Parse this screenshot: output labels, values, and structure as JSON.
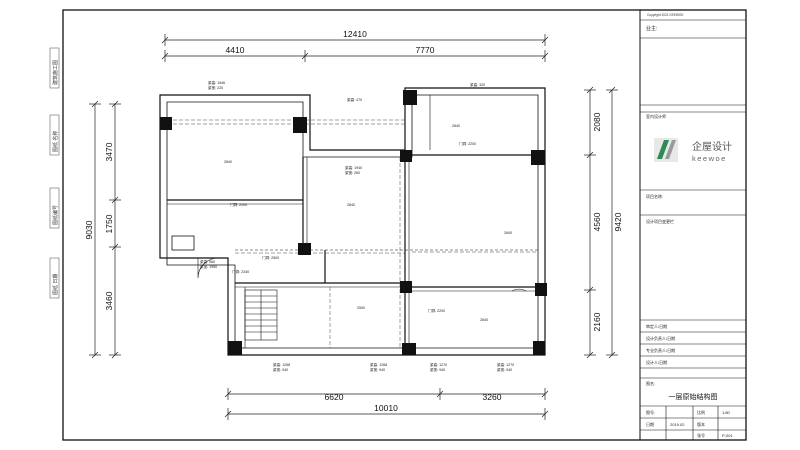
{
  "dimensions": {
    "top_total": "12410",
    "top_left": "4410",
    "top_right": "7770",
    "left_total": "9030",
    "left_a": "3470",
    "left_b": "1750",
    "left_c": "3460",
    "right_a": "2080",
    "right_b": "4560",
    "right_total": "9420",
    "right_c": "2160",
    "bottom_a": "6620",
    "bottom_b": "3260",
    "bottom_total": "10010"
  },
  "room_notes": {
    "n1": "梁高: 1946",
    "n2": "梁宽: 220",
    "n3": "梁高: 470",
    "n4": "梁高: 320",
    "n5": "2840",
    "n6": "2840",
    "n7": "门洞: 2200",
    "n8": "梁高: 1940",
    "n9": "梁宽: 260",
    "n10": "2840",
    "n11": "2840",
    "n12": "门洞: 2200",
    "n13": "门洞: 2500",
    "n14": "梁高: 560",
    "n15": "梁宽: 1950",
    "n16": "门洞: 2340",
    "n17": "2500",
    "n18": "门洞: 2200",
    "n19": "2840",
    "n20": "梁高: 1268",
    "n21": "梁宽: 940",
    "n22": "梁高: 1268",
    "n23": "梁宽: 940",
    "n24": "梁高: 1270",
    "n25": "梁宽: 940",
    "n26": "梁高: 1270",
    "n27": "梁宽: 940"
  },
  "side_labels": {
    "s1": "建筑施工图",
    "s2": "图纸 名称",
    "s3": "图纸编号",
    "s4": "图纸 日期"
  },
  "title_block": {
    "copyright": "Copyright 2021 KEEWOE",
    "owner_label": "业主:",
    "designer_label": "室内设计师",
    "brand_cn": "企屋设计",
    "brand_en": "keewoe",
    "project_name_label": "项目名称:",
    "project_stage_label": "设计项目变更栏",
    "audit_label": "审定人/日期",
    "design_manager_label": "设计负责人/日期",
    "checker_label": "专业负责人/日期",
    "drawer_label": "设计人/日期",
    "drawing_name_label": "图名:",
    "drawing_name": "一层原始结构图",
    "drawing_no_label": "图号:",
    "scale_label": "比例",
    "scale_value": "1:80",
    "date_label": "日期",
    "date_value": "2019.02",
    "version_label": "版本",
    "sheet_label": "张号",
    "sheet_value": "P-001"
  }
}
